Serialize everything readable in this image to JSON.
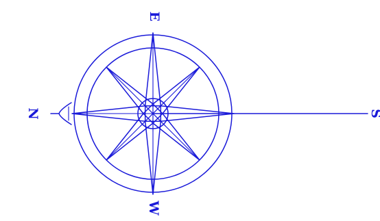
{
  "compass": {
    "north_label": "N",
    "east_label": "E",
    "south_label": "S",
    "west_label": "W"
  },
  "colors": {
    "ink": "#1a1ad9",
    "background": "#ffffff"
  },
  "icons": {
    "north_marker": "north-pointer-icon"
  }
}
